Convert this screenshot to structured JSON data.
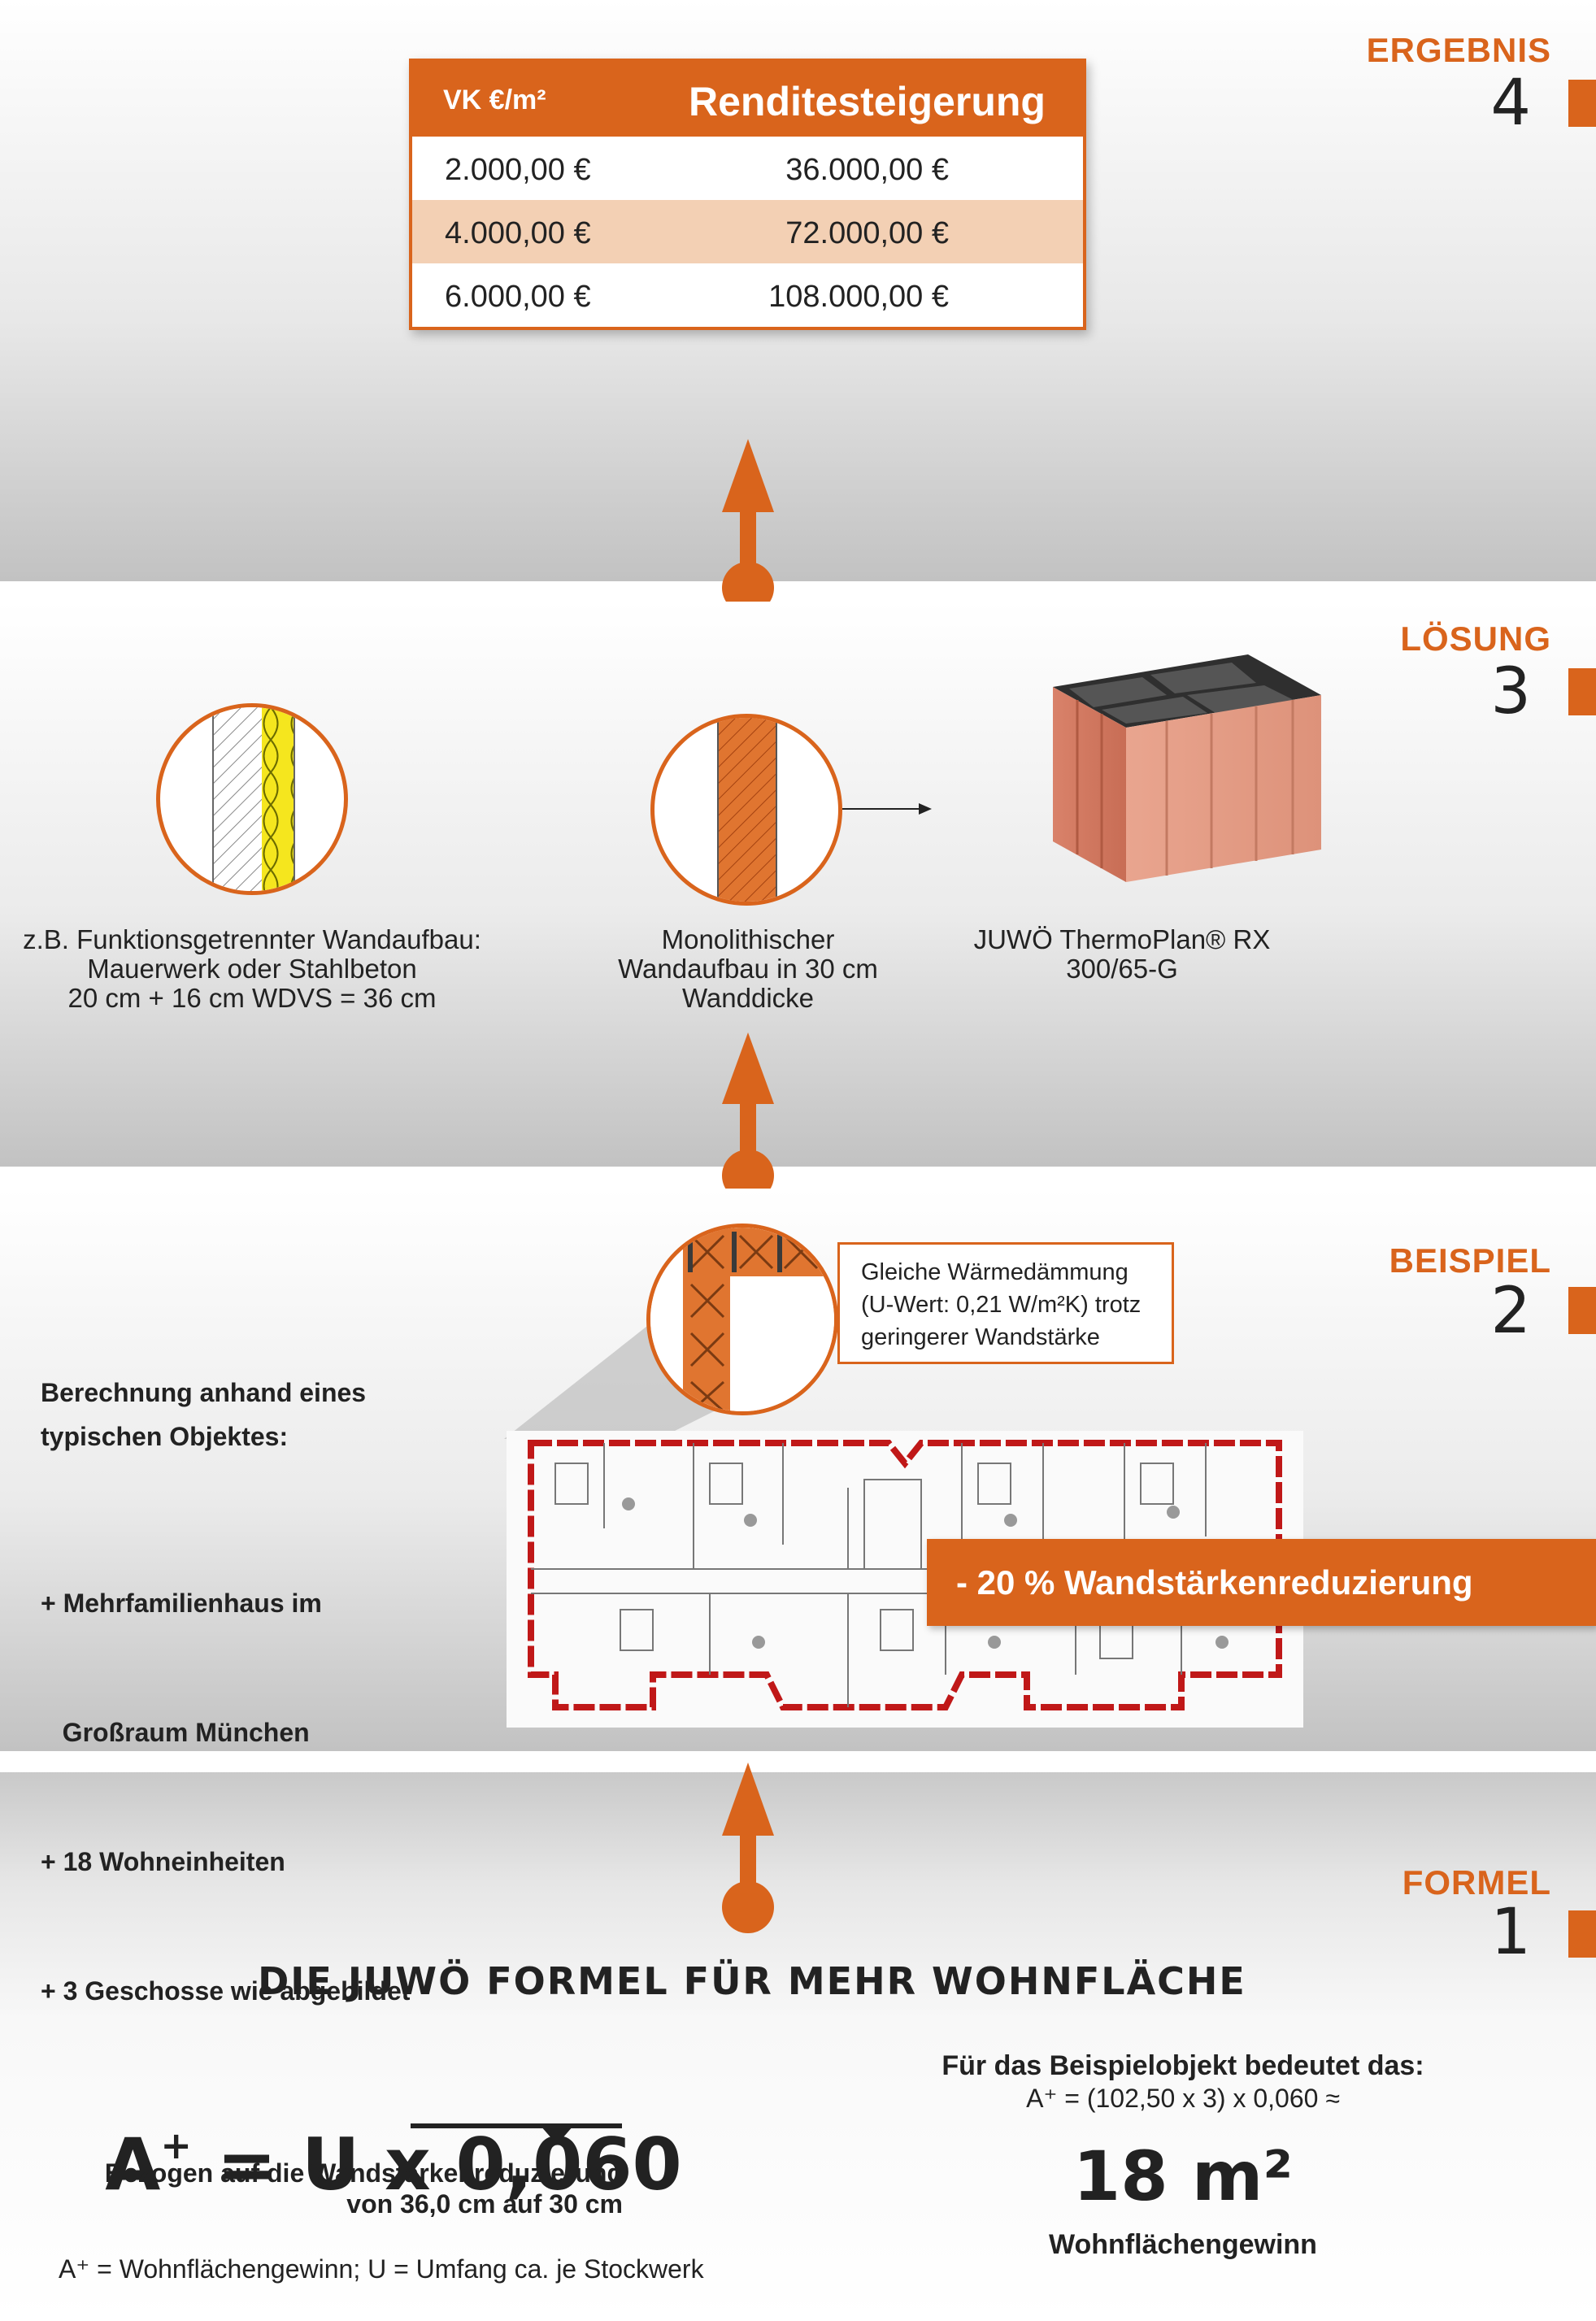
{
  "step4": {
    "label": "ERGEBNIS",
    "number": "4",
    "table": {
      "col1_header": "VK €/m²",
      "col2_header": "Renditesteigerung",
      "rows": [
        {
          "vk": "2.000,00 €",
          "rendite": "36.000,00 €"
        },
        {
          "vk": "4.000,00 €",
          "rendite": "72.000,00 €"
        },
        {
          "vk": "6.000,00 €",
          "rendite": "108.000,00 €"
        }
      ]
    }
  },
  "step3": {
    "label": "LÖSUNG",
    "number": "3",
    "caption_left": [
      "z.B. Funktionsgetrennter Wandaufbau:",
      "Mauerwerk oder Stahlbeton",
      "20 cm + 16 cm WDVS = 36 cm"
    ],
    "caption_mid": [
      "Monolithischer",
      "Wandaufbau in 30 cm",
      "Wanddicke"
    ],
    "product": "JUWÖ ThermoPlan® RX 300/65-G"
  },
  "step2": {
    "label": "BEISPIEL",
    "number": "2",
    "callout": [
      "Gleiche Wärmedämmung",
      "(U-Wert: 0,21 W/m²K) trotz",
      "geringerer Wandstärke"
    ],
    "intro": [
      "Berechnung anhand eines",
      "typischen Objektes:"
    ],
    "bullets": [
      "+ Mehrfamilienhaus im",
      "   Großraum München",
      "+ 18 Wohneinheiten",
      "+ 3 Geschosse wie abgebildet"
    ],
    "banner": "- 20 % Wandstärkenreduzierung"
  },
  "step1": {
    "label": "FORMEL",
    "number": "1",
    "heading": "DIE JUWÖ FORMEL FÜR MEHR WOHNFLÄCHE",
    "formula_main": "A",
    "formula_sup": "+",
    "formula_mid": " = U x ",
    "formula_factor": "0,060",
    "factor_note": [
      "Bezogen auf die Wandstärkenreduzierung",
      "von 36,0 cm auf 30 cm"
    ],
    "legend": "A⁺ = Wohnflächengewinn; U = Umfang ca. je Stockwerk",
    "example_intro": "Für das Beispielobjekt bedeutet das:",
    "example_calc": "A⁺ = (102,50 x 3) x 0,060 ≈",
    "result_value": "18 m²",
    "result_label": "Wohnflächengewinn"
  },
  "colors": {
    "accent": "#d9641c",
    "row_alt": "#f3d0b4"
  }
}
